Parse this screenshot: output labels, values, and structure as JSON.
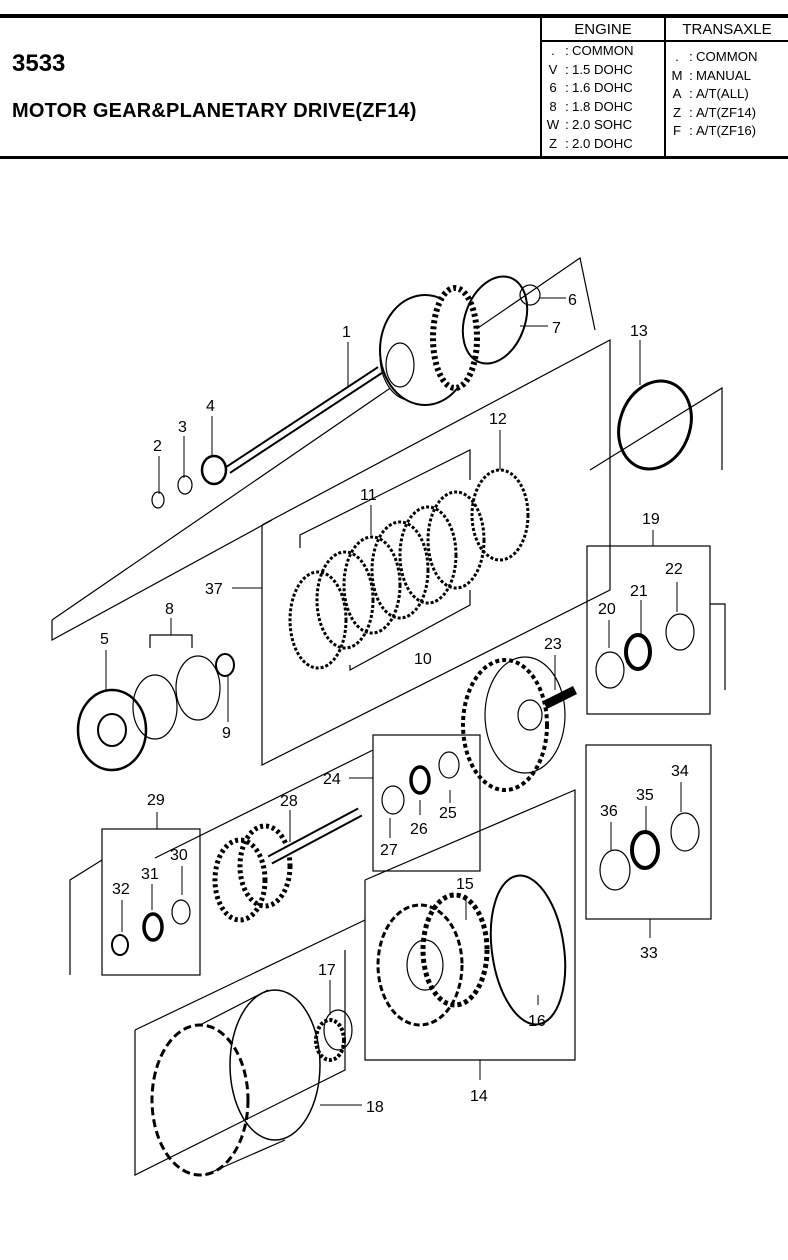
{
  "header": {
    "code": "3533",
    "title": "MOTOR GEAR&PLANETARY DRIVE(ZF14)"
  },
  "legend": {
    "engine_title": "ENGINE",
    "transaxle_title": "TRANSAXLE",
    "engine": [
      {
        "key": ".",
        "value": "COMMON"
      },
      {
        "key": "V",
        "value": "1.5 DOHC"
      },
      {
        "key": "6",
        "value": "1.6 DOHC"
      },
      {
        "key": "8",
        "value": "1.8 DOHC"
      },
      {
        "key": "W",
        "value": "2.0 SOHC"
      },
      {
        "key": "Z",
        "value": "2.0 DOHC"
      }
    ],
    "transaxle": [
      {
        "key": ".",
        "value": "COMMON"
      },
      {
        "key": "M",
        "value": "MANUAL"
      },
      {
        "key": "A",
        "value": "A/T(ALL)"
      },
      {
        "key": "Z",
        "value": "A/T(ZF14)"
      },
      {
        "key": "F",
        "value": "A/T(ZF16)"
      }
    ]
  },
  "callouts": [
    "1",
    "2",
    "3",
    "4",
    "5",
    "6",
    "7",
    "8",
    "9",
    "10",
    "11",
    "12",
    "13",
    "14",
    "15",
    "16",
    "17",
    "18",
    "19",
    "20",
    "21",
    "22",
    "23",
    "24",
    "25",
    "26",
    "27",
    "28",
    "29",
    "30",
    "31",
    "32",
    "33",
    "34",
    "35",
    "36",
    "37"
  ]
}
